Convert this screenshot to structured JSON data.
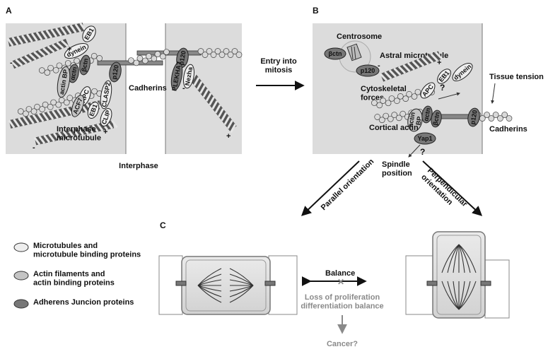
{
  "panels": {
    "a": "A",
    "b": "B",
    "c": "C"
  },
  "panel_a": {
    "eb1": "EB1",
    "dynein": "dynein",
    "bctn": "βctn",
    "actn": "αctn",
    "actin_bp": "actin BP",
    "p120": "p120",
    "clasp2": "CLASP2",
    "apc": "APC",
    "acf7": "ACF7",
    "eb1_b": "EB1",
    "clip": "CLIP",
    "cadherins": "Cadherins",
    "plekha7": "PLEKHA7",
    "nezha": "Nezha",
    "interphase_mt": "Interphase\nmicrotubule",
    "caption": "Interphase",
    "plus": "+",
    "minus": "-"
  },
  "arrow_label": "Entry into\nmitosis",
  "panel_b": {
    "centrosome": "Centrosome",
    "bctn": "βctn",
    "p120_c": "p120",
    "astral": "Astral microtubule",
    "cyto_forces": "Cytoskeletal\nforces",
    "eb1": "EB1",
    "dynein": "dynein",
    "apc": "APC",
    "q1": "?",
    "tissue_tension": "Tissue tension",
    "actin_bp": "actin\nBP",
    "actn": "αctn",
    "bctn2": "βctn",
    "p120": "p120",
    "cadherins": "Cadherins",
    "cortical_actin": "Cortical actin",
    "yap1": "Yap1",
    "q2": "?",
    "spindle_position": "Spindle\nposition",
    "plus": "+",
    "minus": "-"
  },
  "orientation": {
    "parallel": "Parallel orientation",
    "perpendicular": "Perpendicular\norientation"
  },
  "legend": [
    {
      "label": "Microtubules and\nmicrotubule binding proteins",
      "color": "#eeeeee"
    },
    {
      "label": "Actin filaments and\nactin binding proteins",
      "color": "#c4c4c4"
    },
    {
      "label": "Adherens Juncion proteins",
      "color": "#777777"
    }
  ],
  "panel_c": {
    "balance": "Balance",
    "loss": "Loss of proliferation\ndifferentiation balance",
    "cancer": "Cancer?"
  }
}
